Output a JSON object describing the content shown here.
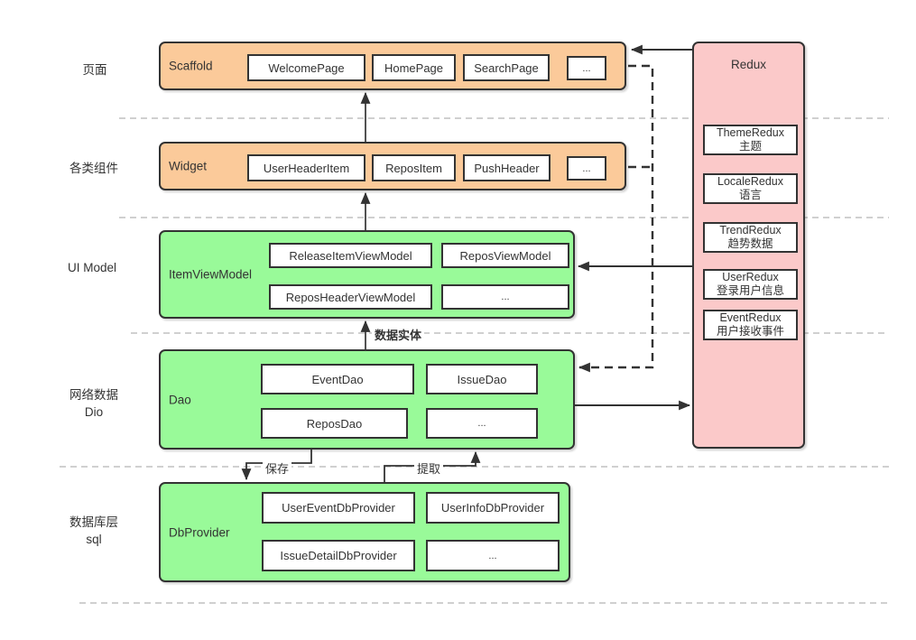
{
  "side_labels": {
    "pages": "页面",
    "components": "各类组件",
    "ui_model": "UI Model",
    "network_line1": "网络数据",
    "network_line2": "Dio",
    "database_line1": "数据库层",
    "database_line2": "sql"
  },
  "layers": {
    "scaffold": {
      "title": "Scaffold",
      "items": [
        "WelcomePage",
        "HomePage",
        "SearchPage",
        "..."
      ]
    },
    "widget": {
      "title": "Widget",
      "items": [
        "UserHeaderItem",
        "ReposItem",
        "PushHeader",
        "..."
      ]
    },
    "item_view_model": {
      "title": "ItemViewModel",
      "items": [
        "ReleaseItemViewModel",
        "ReposViewModel",
        "ReposHeaderViewModel",
        "..."
      ]
    },
    "dao": {
      "title": "Dao",
      "items": [
        "EventDao",
        "IssueDao",
        "ReposDao",
        "..."
      ]
    },
    "db_provider": {
      "title": "DbProvider",
      "items": [
        "UserEventDbProvider",
        "UserInfoDbProvider",
        "IssueDetailDbProvider",
        "..."
      ]
    },
    "redux": {
      "title": "Redux",
      "items": [
        {
          "name": "ThemeRedux",
          "desc": "主题"
        },
        {
          "name": "LocaleRedux",
          "desc": "语言"
        },
        {
          "name": "TrendRedux",
          "desc": "趋势数据"
        },
        {
          "name": "UserRedux",
          "desc": "登录用户信息"
        },
        {
          "name": "EventRedux",
          "desc": "用户接收事件"
        }
      ]
    }
  },
  "edge_labels": {
    "data_entity": "数据实体",
    "save": "保存",
    "extract": "提取"
  },
  "colors": {
    "page_layer_fill": "#fbca9a",
    "data_layer_fill": "#99fa99",
    "redux_fill": "#fbc9c9",
    "line": "#333333",
    "separator": "#b3b3b3"
  }
}
